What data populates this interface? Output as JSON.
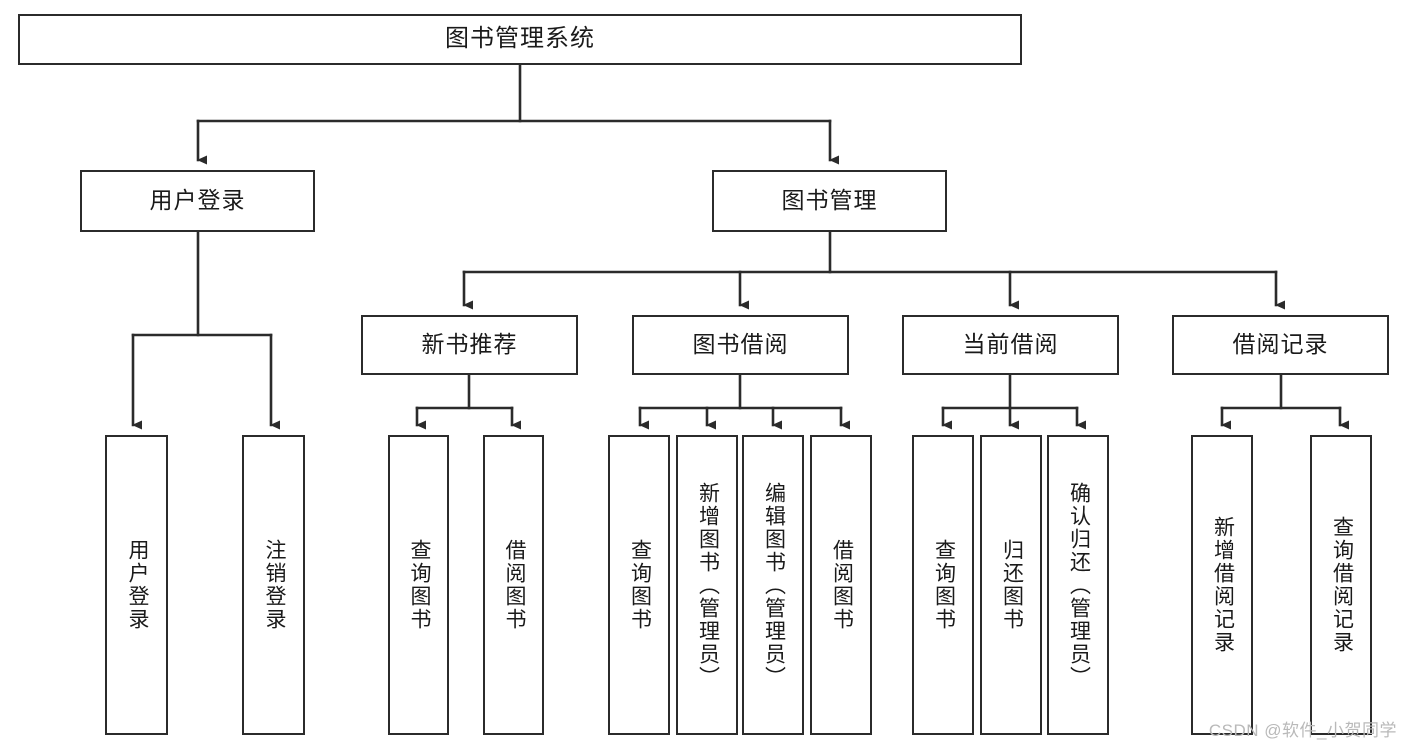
{
  "diagram": {
    "title": "图书管理系统",
    "watermark": "CSDN @软件_小贺同学",
    "colors": {
      "stroke": "#2b2b2b",
      "fill": "#ffffff",
      "text": "#1a1a1a",
      "watermark": "#b9b9b9"
    },
    "nodes": {
      "root": "图书管理系统",
      "level2": {
        "user_login": "用户登录",
        "book_manage": "图书管理"
      },
      "level3": {
        "new_book_rec": "新书推荐",
        "book_borrow": "图书借阅",
        "current_borrow": "当前借阅",
        "borrow_record": "借阅记录"
      },
      "leaves": {
        "user_login_1": "用户登录",
        "user_login_2": "注销登录",
        "new_book_1": "查询图书",
        "new_book_2": "借阅图书",
        "borrow_1": "查询图书",
        "borrow_2": "新增图书（管理员）",
        "borrow_3": "编辑图书（管理员）",
        "borrow_4": "借阅图书",
        "current_1": "查询图书",
        "current_2": "归还图书",
        "current_3": "确认归还（管理员）",
        "record_1": "新增借阅记录",
        "record_2": "查询借阅记录"
      }
    }
  }
}
